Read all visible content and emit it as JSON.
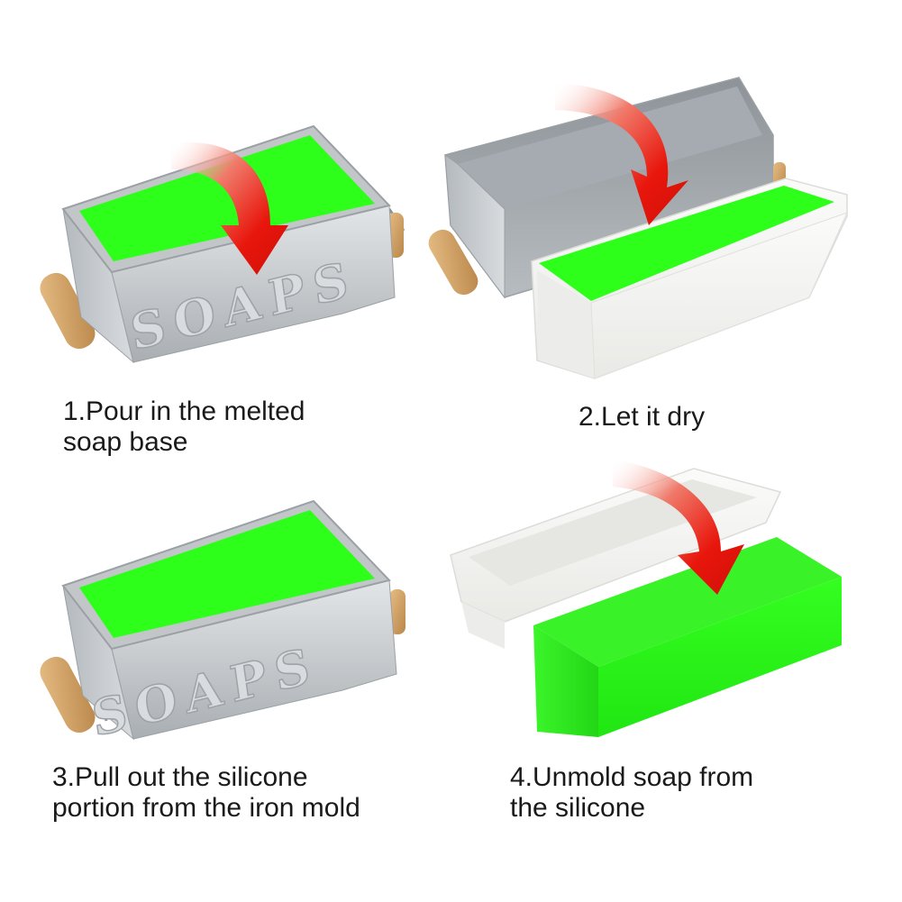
{
  "steps": [
    {
      "lines": [
        "1.Pour in the melted",
        "soap base"
      ]
    },
    {
      "lines": [
        "2.Let it dry"
      ]
    },
    {
      "lines": [
        "3.Pull out the silicone",
        "portion from the iron mold"
      ]
    },
    {
      "lines": [
        "4.Unmold soap from",
        "the silicone"
      ]
    }
  ],
  "embossed_text": "SOAPS",
  "colors": {
    "soap_green": "#2eff1a",
    "arrow_red": "#e8160c",
    "tin_silver": "#cfd3d6",
    "silicone_white": "#f4f4f2",
    "wood": "#d6a868",
    "text": "#1a1a1a"
  },
  "icons": [
    "down-arrow-icon"
  ]
}
